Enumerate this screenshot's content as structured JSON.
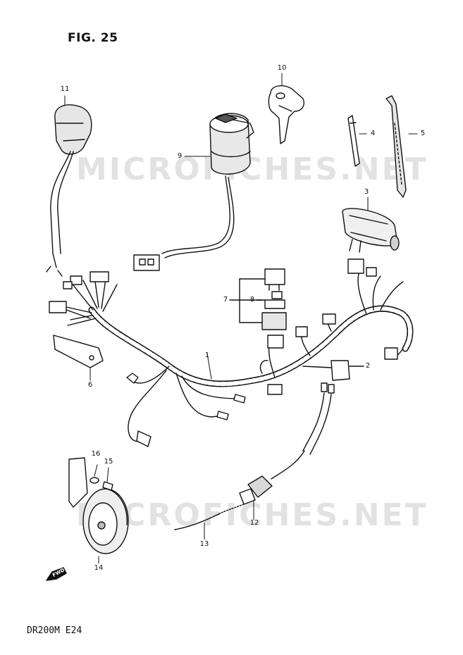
{
  "figure": {
    "title": "FIG. 25",
    "model_code": "DR200M E24",
    "watermark": "MICROFICHES.NET",
    "direction_label": "FWD"
  },
  "callouts": [
    {
      "id": "1",
      "text": "1"
    },
    {
      "id": "2",
      "text": "2"
    },
    {
      "id": "3",
      "text": "3"
    },
    {
      "id": "4",
      "text": "4"
    },
    {
      "id": "5",
      "text": "5"
    },
    {
      "id": "6",
      "text": "6"
    },
    {
      "id": "7",
      "text": "7"
    },
    {
      "id": "8",
      "text": "8"
    },
    {
      "id": "9",
      "text": "9"
    },
    {
      "id": "10",
      "text": "10"
    },
    {
      "id": "11",
      "text": "11"
    },
    {
      "id": "12",
      "text": "12"
    },
    {
      "id": "13",
      "text": "13"
    },
    {
      "id": "14",
      "text": "14"
    },
    {
      "id": "15",
      "text": "15"
    },
    {
      "id": "16",
      "text": "16"
    }
  ]
}
